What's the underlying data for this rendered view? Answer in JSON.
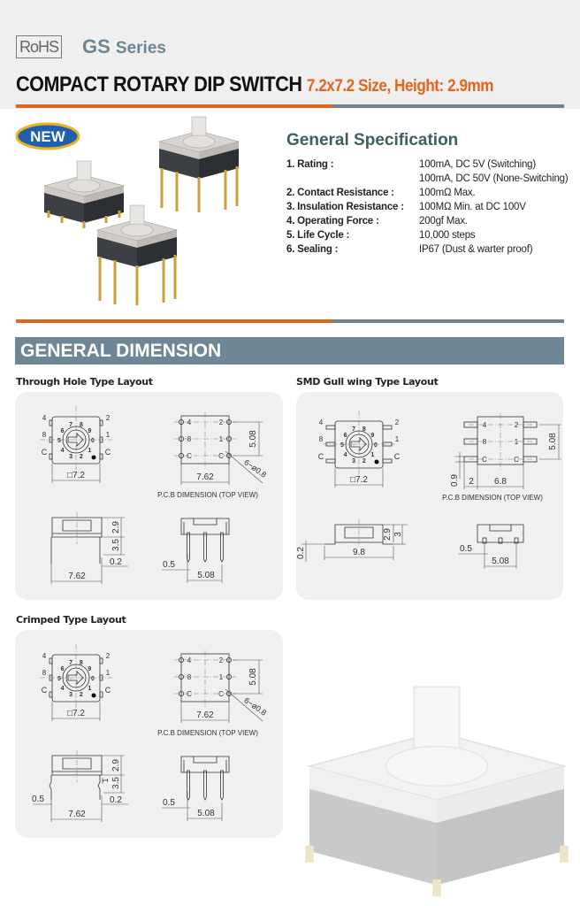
{
  "header": {
    "rohs": "RoHS",
    "series_code": "GS",
    "series_word": "Series",
    "title": "COMPACT ROTARY DIP SWITCH",
    "subtitle": "7.2x7.2 Size, Height: 2.9mm"
  },
  "colors": {
    "accent": "#e0661c",
    "slate": "#6e8696",
    "panel": "#f0f0f0"
  },
  "badge": "NEW",
  "spec": {
    "title": "General Specification",
    "rows": [
      {
        "k": "1. Rating :",
        "v": "100mA, DC 5V (Switching)"
      },
      {
        "k": "",
        "v": "100mA, DC 50V (None-Switching)"
      },
      {
        "k": "2. Contact Resistance :",
        "v": "100mΩ Max."
      },
      {
        "k": "3. Insulation Resistance :",
        "v": "100MΩ Min. at DC 100V"
      },
      {
        "k": "4. Operating Force :",
        "v": "200gf Max."
      },
      {
        "k": "5. Life Cycle :",
        "v": "10,000 steps"
      },
      {
        "k": "6. Sealing :",
        "v": "IP67 (Dust & warter proof)"
      }
    ]
  },
  "dimension": {
    "banner": "GENERAL DIMENSION",
    "sections": [
      {
        "title": "Through Hole Type Layout",
        "labels": {
          "p4": "4",
          "p2": "2",
          "p8": "8",
          "p1": "1",
          "c": "C",
          "size": "□7.2",
          "pitch": "5.08",
          "width": "7.62",
          "holes": "6−ø0.8",
          "pcb": "P.C.B DIMENSION (TOP VIEW)",
          "h1": "2.9",
          "h2": "3.5",
          "t": "0.2",
          "sw": "7.62",
          "pin": "0.5",
          "fp": "5.08"
        }
      },
      {
        "title": "SMD Gull wing Type Layout",
        "labels": {
          "p4": "4",
          "p2": "2",
          "p8": "8",
          "p1": "1",
          "c": "C",
          "size": "□7.2",
          "pitch": "5.08",
          "pad": "0.9",
          "padw": "2",
          "width": "6.8",
          "pcb": "P.C.B DIMENSION (TOP VIEW)",
          "h1": "2.9",
          "h2": "3",
          "t": "0.2",
          "sw": "9.8",
          "pin": "0.5",
          "fp": "5.08"
        }
      },
      {
        "title": "Crimped Type Layout",
        "labels": {
          "p4": "4",
          "p2": "2",
          "p8": "8",
          "p1": "1",
          "c": "C",
          "size": "□7.2",
          "pitch": "5.08",
          "width": "7.62",
          "holes": "6−ø0.8",
          "pcb": "P.C.B DIMENSION (TOP VIEW)",
          "h1": "2.9",
          "h2": "3.5",
          "crimp": "1",
          "t": "0.2",
          "lp": "0.5",
          "sw": "7.62",
          "pin": "0.5",
          "fp": "5.08"
        }
      }
    ],
    "dial": [
      "0",
      "1",
      "2",
      "3",
      "4",
      "5",
      "6",
      "7",
      "8",
      "9"
    ]
  }
}
